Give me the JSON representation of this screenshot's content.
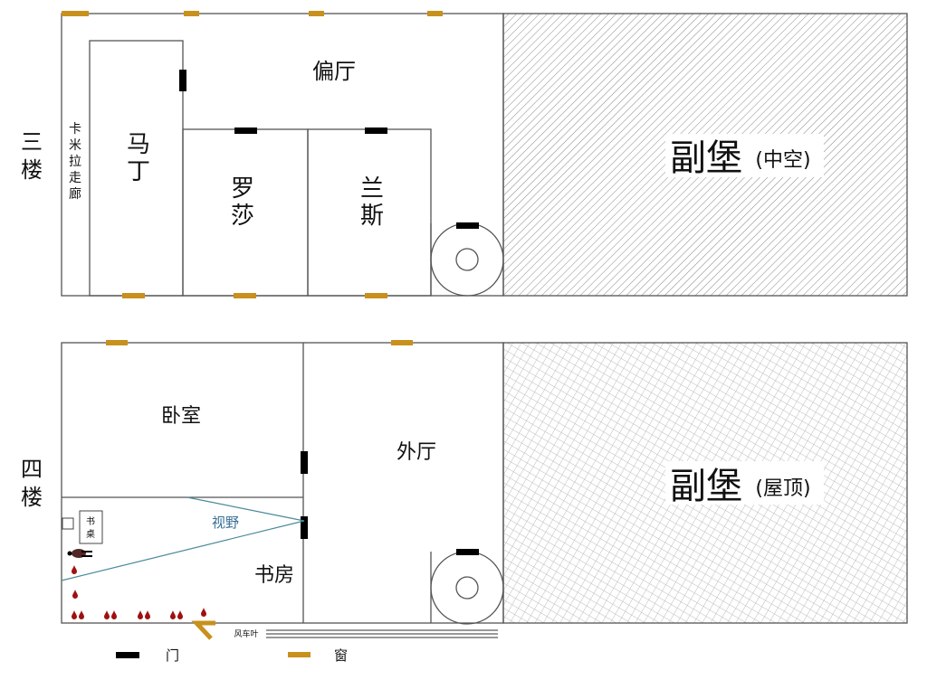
{
  "floors": {
    "third": {
      "label_1": "三",
      "label_2": "楼",
      "corridor": [
        "卡",
        "米",
        "拉",
        "走",
        "廊"
      ],
      "martin": [
        "马",
        "丁"
      ],
      "rosa": [
        "罗",
        "莎"
      ],
      "lance": [
        "兰",
        "斯"
      ],
      "side_hall": "偏厅",
      "annex": "副堡",
      "annex_note": "(中空)"
    },
    "fourth": {
      "label_1": "四",
      "label_2": "楼",
      "bedroom": "卧室",
      "outer_hall": "外厅",
      "study": "书房",
      "desk": [
        "书",
        "桌"
      ],
      "view": "视野",
      "windmill": "风车叶",
      "annex": "副堡",
      "annex_note": "(屋顶)"
    }
  },
  "legend": {
    "door": "门",
    "window": "窗"
  },
  "colors": {
    "door": "#000000",
    "window": "#c8901c",
    "view_line": "#4a8a9a",
    "blood": "#a01010"
  }
}
